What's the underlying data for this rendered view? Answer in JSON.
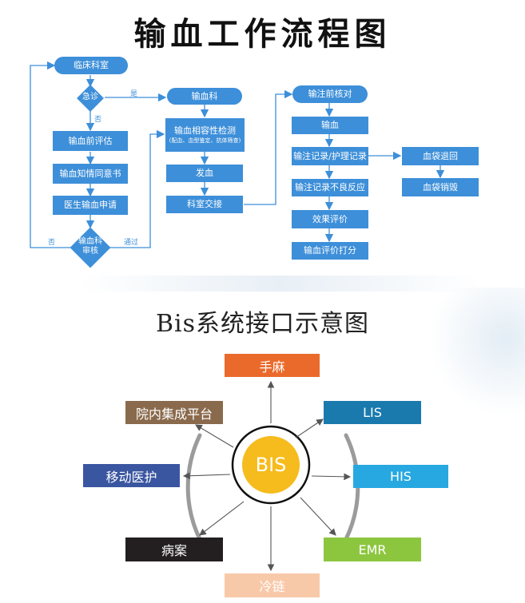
{
  "titles": {
    "flow": "输血工作流程图",
    "bis": "Bis系统接口示意图"
  },
  "flow": {
    "clinic": "临床科室",
    "emergency": "急诊",
    "pre_eval": "输血前评估",
    "consent": "输血知情同意书",
    "apply": "医生输血申请",
    "review_l1": "输血科",
    "review_l2": "审核",
    "blood_dept": "输血科",
    "compat_test": "输血相容性检测",
    "compat_note": "(配血、血型鉴定、抗体筛查)",
    "dispatch": "发血",
    "handover": "科室交接",
    "precheck": "输注前核对",
    "transfuse": "输血",
    "nursing_record": "输注记录/护理记录",
    "adverse": "输注记录不良反应",
    "effect_eval": "效果评价",
    "score": "输血评价打分",
    "bag_return": "血袋退回",
    "bag_destroy": "血袋销毁",
    "label_yes": "是",
    "label_no": "否",
    "label_no2": "否",
    "label_pass": "通过"
  },
  "bis": {
    "center": "BIS",
    "nodes": {
      "anesthesia": "手麻",
      "platform": "院内集成平台",
      "lis": "LIS",
      "mobile": "移动医护",
      "his": "HIS",
      "emr_record": "病案",
      "emr": "EMR",
      "cold_chain": "冷链"
    },
    "colors": {
      "anesthesia": "#ea6a2b",
      "platform": "#8a6a4c",
      "lis": "#1a7aad",
      "mobile": "#3a56a0",
      "his": "#27a8e0",
      "emr_record": "#231f20",
      "emr": "#8cc63f",
      "cold_chain": "#f8c9a8"
    }
  }
}
